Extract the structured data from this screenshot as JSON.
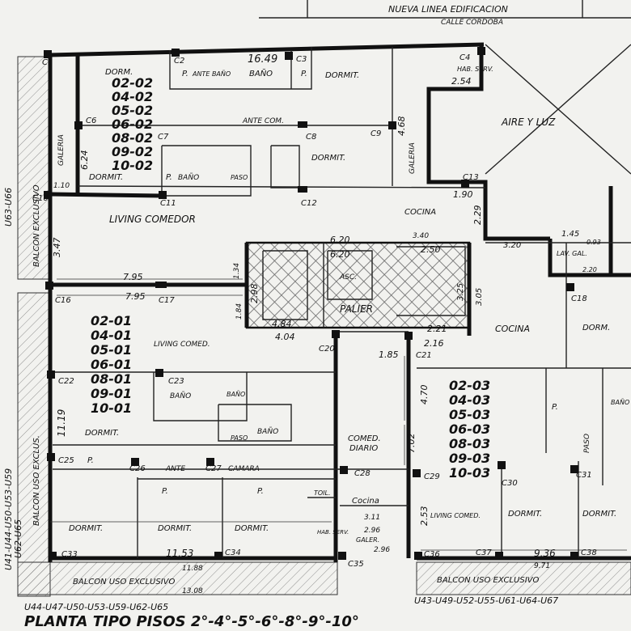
{
  "header": {
    "street_line": "NUEVA LINEA EDIFICACION",
    "street_name": "CALLE CORDOBA"
  },
  "title": "PLANTA TIPO PISOS 2°-4°-5°-6°-8°-9°-10°",
  "units": {
    "unit_02": [
      "02-02",
      "04-02",
      "05-02",
      "06-02",
      "08-02",
      "09-02",
      "10-02"
    ],
    "unit_01": [
      "02-01",
      "04-01",
      "05-01",
      "06-01",
      "08-01",
      "09-01",
      "10-01"
    ],
    "unit_03": [
      "02-03",
      "04-03",
      "05-03",
      "06-03",
      "08-03",
      "09-03",
      "10-03"
    ]
  },
  "rooms": {
    "dorm": "DORM.",
    "dormit": "DORMIT.",
    "bano": "BAÑO",
    "ante_bano": "ANTE BAÑO",
    "ante_com": "ANTE COM.",
    "hab_serv": "HAB. SERV.",
    "galeria": "GALERIA",
    "aire_luz": "AIRE Y LUZ",
    "living_comedor": "LIVING COMEDOR",
    "living_comed": "LIVING COMED.",
    "cocina": "COCINA",
    "cocina_lower": "Cocina",
    "palier": "PALIER",
    "asc": "ASC.",
    "paso": "PASO",
    "ante": "ANTE",
    "camara": "CAMARA",
    "comed_diario_1": "COMED.",
    "comed_diario_2": "DIARIO",
    "toil": "TOIL.",
    "galer": "GALER.",
    "lav_gal": "LAV. GAL.",
    "p": "P.",
    "balcon_uso_exclusivo": "BALCON USO EXCLUSIVO",
    "balcon_exclus": "BALCON USO EXCLUS.",
    "balcon_left": "BALCON EXCLUSIVO",
    "galeria_left": "GALERIA"
  },
  "columns": [
    "C1",
    "C2",
    "C3",
    "C4",
    "C6",
    "C7",
    "C8",
    "C9",
    "C10",
    "C11",
    "C12",
    "C13",
    "C16",
    "C17",
    "C18",
    "C20",
    "C21",
    "C22",
    "C23",
    "C25",
    "C26",
    "C27",
    "C28",
    "C29",
    "C30",
    "C31",
    "C33",
    "C34",
    "C35",
    "C36",
    "C37",
    "C38"
  ],
  "dimensions": {
    "d1": "16.49",
    "d2": "2.54",
    "d3": "4.68",
    "d4": "6.24",
    "d5": "1.10",
    "d6": "3.47",
    "d7": "7.95",
    "d8": "6.20",
    "d9": "2.50",
    "d10": "3.40",
    "d11": "1.90",
    "d12": "2.29",
    "d13": "3.20",
    "d14": "2.98",
    "d15": "1.84",
    "d16": "4.84",
    "d17": "4.04",
    "d18": "1.85",
    "d19": "2.21",
    "d20": "2.16",
    "d21": "3.25",
    "d22": "3.05",
    "d23": "4.70",
    "d24": "7.02",
    "d25": "11.19",
    "d26": "11.53",
    "d27": "11.88",
    "d28": "13.08",
    "d29": "3.11",
    "d30": "2.96",
    "d31": "2.53",
    "d32": "9.36",
    "d33": "9.71",
    "d34": "1.45",
    "d35": "0.93",
    "d36": "2.20",
    "d37": "1.34"
  },
  "unit_codes": {
    "left_vertical": "U41-U44-U50-U53-U59",
    "left_vertical_2": "U62-U65",
    "left_vertical_top": "U63-U66",
    "bottom_left": "U44-U47-U50-U53-U59-U62-U65",
    "bottom_right": "U43-U49-U52-U55-U61-U64-U67"
  }
}
